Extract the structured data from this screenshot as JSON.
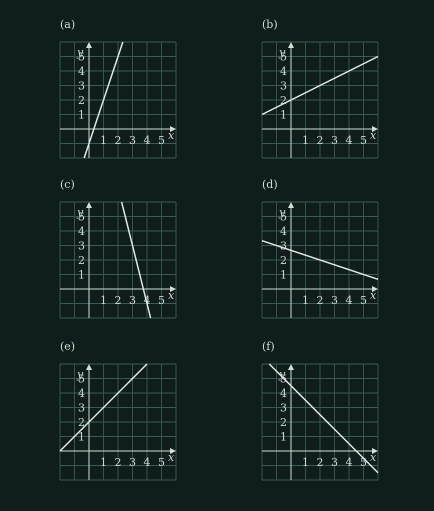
{
  "panels": [
    {
      "label": "(a)",
      "slope": 3,
      "intercept": -1
    },
    {
      "label": "(b)",
      "slope": 0.5,
      "intercept": 2
    },
    {
      "label": "(c)",
      "slope": -4,
      "intercept": 15
    },
    {
      "label": "(d)",
      "slope": -0.3333,
      "intercept": 2.6667
    },
    {
      "label": "(e)",
      "slope": 1,
      "intercept": 2
    },
    {
      "label": "(f)",
      "slope": -1,
      "intercept": 4.5
    }
  ],
  "axes": {
    "x_name": "x",
    "y_name": "y",
    "x_ticks": [
      "1",
      "2",
      "3",
      "4",
      "5"
    ],
    "y_ticks": [
      "1",
      "2",
      "3",
      "4",
      "5"
    ]
  },
  "colors": {
    "background": "#0f1e1b",
    "grid": "#3c5a53",
    "axis": "#d6ddd9",
    "line": "#e2e7e4"
  }
}
